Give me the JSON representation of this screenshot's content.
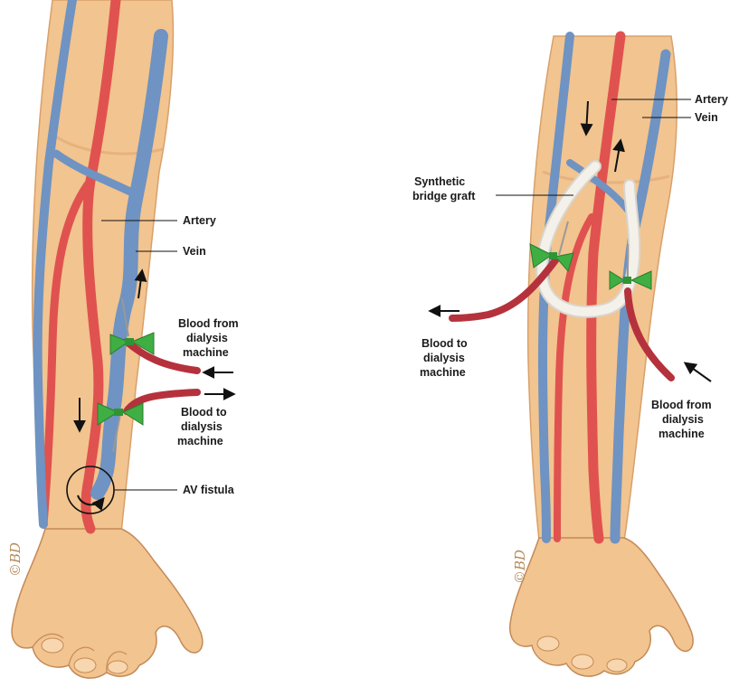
{
  "left_panel": {
    "labels": {
      "artery": "Artery",
      "vein": "Vein",
      "blood_from": [
        "Blood from",
        "dialysis",
        "machine"
      ],
      "blood_to": [
        "Blood to",
        "dialysis",
        "machine"
      ],
      "av_fistula": "AV fistula"
    }
  },
  "right_panel": {
    "labels": {
      "artery": "Artery",
      "vein": "Vein",
      "graft": [
        "Synthetic",
        "bridge graft"
      ],
      "blood_to": [
        "Blood to",
        "dialysis",
        "machine"
      ],
      "blood_from": [
        "Blood from",
        "dialysis",
        "machine"
      ]
    }
  },
  "signature": "©BD",
  "colors": {
    "skin": "#f2c48f",
    "skin_shadow": "#dea673",
    "artery": "#e0524f",
    "vein": "#6f93c2",
    "tubing": "#b5323d",
    "clip": "#3fae43",
    "graft": "#f4f1ea"
  }
}
